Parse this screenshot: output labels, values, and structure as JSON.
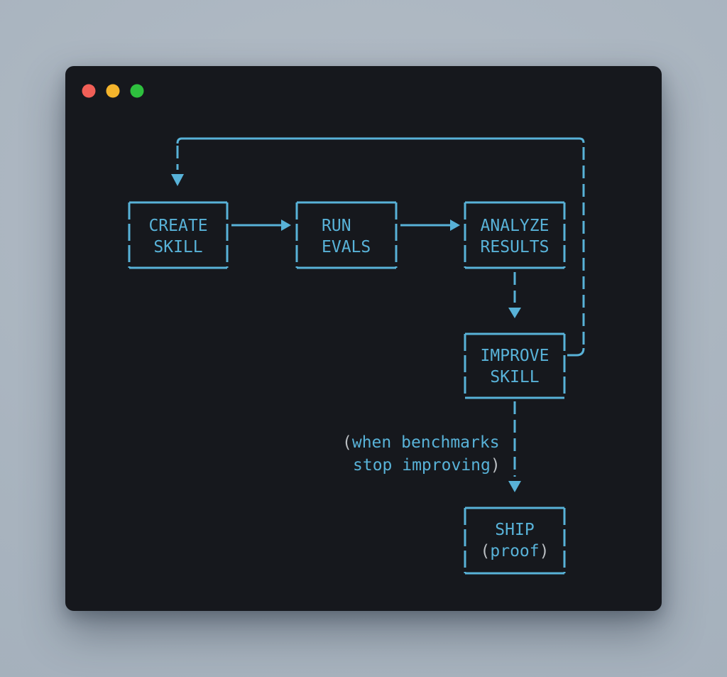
{
  "window": {
    "kind": "terminal-window",
    "background": "#16181d",
    "desktop_background": "#a9b4bf",
    "traffic_lights": [
      {
        "name": "close",
        "color": "#f15f57"
      },
      {
        "name": "minimize",
        "color": "#f4b42c"
      },
      {
        "name": "zoom",
        "color": "#2ec03e"
      }
    ]
  },
  "diagram": {
    "accent_color": "#58b2d8",
    "muted_color": "#b9bdc1",
    "nodes": {
      "create": {
        "line1": "CREATE",
        "line2": "SKILL"
      },
      "run": {
        "line1": "RUN",
        "line2": "EVALS"
      },
      "analyze": {
        "line1": "ANALYZE",
        "line2": "RESULTS"
      },
      "improve": {
        "line1": "IMPROVE",
        "line2": "SKILL"
      },
      "ship": {
        "line1": "SHIP",
        "line2_open": "(",
        "line2_word": "proof",
        "line2_close": ")"
      }
    },
    "note": {
      "line1_open": "(",
      "line1_text": "when benchmarks",
      "line2_text": "stop improving",
      "line2_close": ")"
    },
    "edges": [
      {
        "from": "CREATE SKILL",
        "to": "RUN EVALS",
        "style": "solid-arrow"
      },
      {
        "from": "RUN EVALS",
        "to": "ANALYZE RESULTS",
        "style": "solid-arrow"
      },
      {
        "from": "ANALYZE RESULTS",
        "to": "IMPROVE SKILL",
        "style": "dashed-arrow"
      },
      {
        "from": "IMPROVE SKILL",
        "to": "SHIP (proof)",
        "style": "dashed-arrow",
        "label": "(when benchmarks stop improving)"
      },
      {
        "from": "IMPROVE SKILL",
        "to": "CREATE SKILL",
        "style": "dashed-loop-back"
      }
    ]
  }
}
